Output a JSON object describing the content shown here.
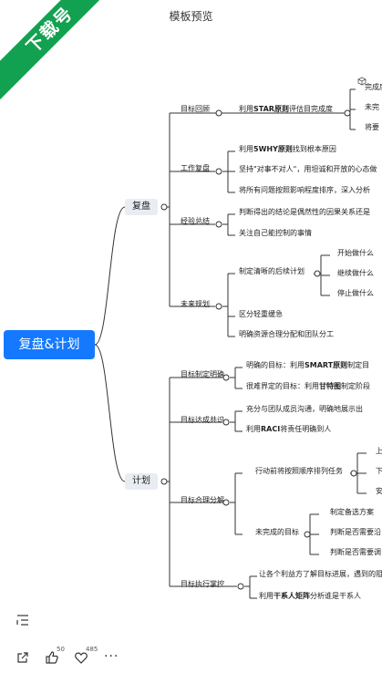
{
  "header": {
    "title": "模板预览"
  },
  "badge": {
    "text": "下载号"
  },
  "root": {
    "label": "复盘&计划"
  },
  "branches": {
    "fupan": {
      "label": "复盘",
      "goal_review": {
        "label": "目标回顾",
        "item_prefix": "利用",
        "item_bold": "STAR原则",
        "item_suffix": "评估目完成度",
        "subs": [
          "完成度",
          "未完",
          "将要"
        ]
      },
      "work_review": {
        "label": "工作复盘",
        "item1_prefix": "利用",
        "item1_bold": "5WHY原则",
        "item1_suffix": "找到根本原因",
        "item2": "坚持\"对事不对人\"，用坦诚和开放的心态做",
        "item3": "将所有问题按照影响程度排序，深入分析"
      },
      "experience": {
        "label": "经验总结",
        "item1": "判断得出的结论是偶然性的因果关系还是",
        "item2": "关注自己能控制的事情"
      },
      "future": {
        "label": "未来规划",
        "plan": "制定清晰的后续计划",
        "subs": [
          "开始做什么",
          "继续做什么",
          "停止做什么"
        ],
        "item2": "区分轻重缓急",
        "item3": "明确资源合理分配和团队分工"
      }
    },
    "jihua": {
      "label": "计划",
      "goal_clear": {
        "label": "目标制定明确",
        "item1_prefix": "明确的目标：利用",
        "item1_bold": "SMART原则",
        "item1_suffix": "制定目",
        "item2_prefix": "很难界定的目标：利用",
        "item2_bold": "甘特图",
        "item2_suffix": "制定阶段"
      },
      "consensus": {
        "label": "目标达成共识",
        "item1": "充分与团队成员沟通，明确地展示出",
        "item2_prefix": "利用",
        "item2_bold": "RACI",
        "item2_suffix": "将责任明确到人"
      },
      "decompose": {
        "label": "目标合理分解",
        "action": "行动前将按照顺序排列任务",
        "action_subs": [
          "上",
          "下",
          "安"
        ],
        "unfinished": "未完成的目标",
        "unfinished_subs": [
          "制定备选方案",
          "判断是否需要沿",
          "判断是否需要调"
        ]
      },
      "execution": {
        "label": "目标执行掌控",
        "item1": "让各个利益方了解目标进展，遇到的阻",
        "item2_prefix": "利用",
        "item2_bold": "干系人矩阵",
        "item2_suffix": "分析谁是干系人"
      }
    }
  },
  "toolbar": {
    "outline_icon": "outline-icon",
    "share_icon": "share-icon",
    "like_count": "50",
    "fav_count": "485",
    "more": "···"
  }
}
